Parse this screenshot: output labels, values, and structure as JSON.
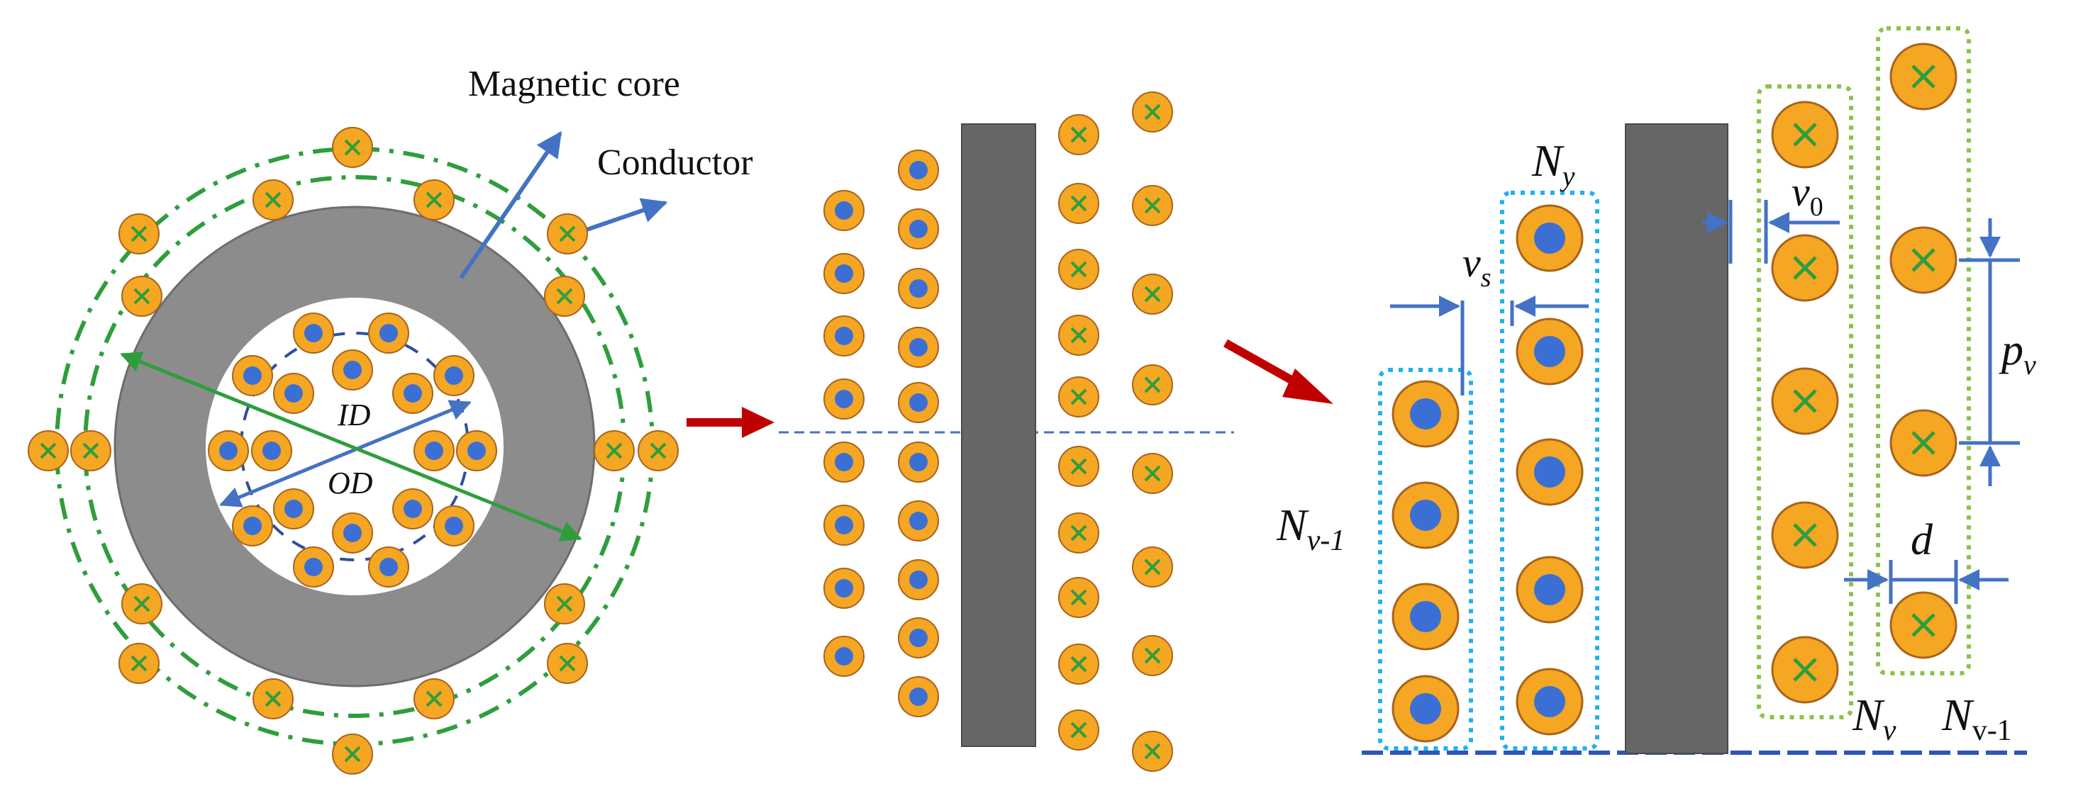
{
  "labels": {
    "magnetic_core": "Magnetic core",
    "conductor": "Conductor",
    "id": "ID",
    "od": "OD",
    "v_s_main": "v",
    "v_s_sub": "s",
    "v_0_main": "v",
    "v_0_sub": "0",
    "p_v_main": "p",
    "p_v_sub": "v",
    "d": "d",
    "ny_top_main": "N",
    "ny_top_sub": "y",
    "nv1_left_main": "N",
    "nv1_left_sub": "v-1",
    "nv_bottom_main": "N",
    "nv_bottom_sub": "v",
    "nv1_bottom_main": "N",
    "nv1_bottom_sub": "v-1"
  },
  "colors": {
    "core": "#8c8c8c",
    "core_bar": "#666666",
    "conductor": "#f5a623",
    "conductor_stroke": "#a8641b",
    "dot": "#3b6fd4",
    "cross": "#2e9e3c",
    "outer_ring": "#2e9e3c",
    "blue_line": "#4472c4",
    "red_arrow": "#c00000",
    "cyan_box": "#1fb2ee",
    "green_box": "#8bc34a"
  },
  "icons": {
    "conductor_in": "dot-in-circle",
    "conductor_out": "cross-in-circle"
  }
}
